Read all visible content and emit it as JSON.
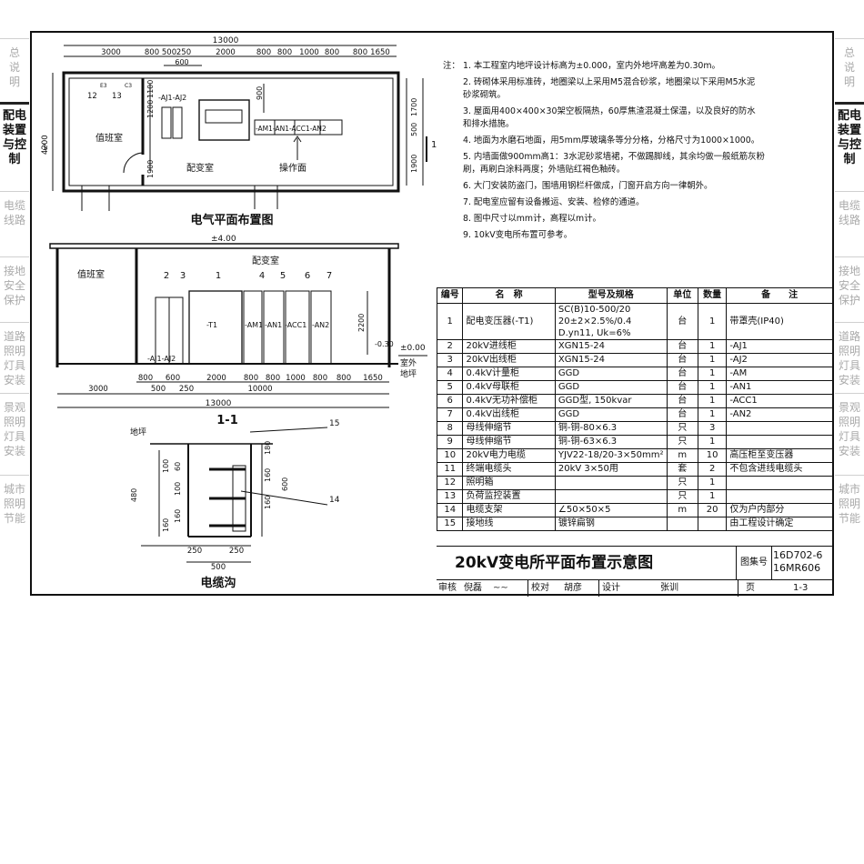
{
  "side_tabs": [
    {
      "label": "总说明",
      "lines": [
        "总",
        "说",
        "明"
      ],
      "active": false
    },
    {
      "label": "配电装置与控制",
      "lines": [
        "配电",
        "装置",
        "与控",
        "制"
      ],
      "active": true
    },
    {
      "label": "电缆线路",
      "lines": [
        "电缆",
        "线路"
      ],
      "active": false
    },
    {
      "label": "接地安全保护",
      "lines": [
        "接地",
        "安全",
        "保护"
      ],
      "active": false
    },
    {
      "label": "道路照明灯具安装",
      "lines": [
        "道路",
        "照明",
        "灯具",
        "安装"
      ],
      "active": false
    },
    {
      "label": "景观照明灯具安装",
      "lines": [
        "景观",
        "照明",
        "灯具",
        "安装"
      ],
      "active": false
    },
    {
      "label": "城市照明节能",
      "lines": [
        "城市",
        "照明",
        "节能"
      ],
      "active": false
    }
  ],
  "plan": {
    "title": "电气平面布置图",
    "top_total": "13000",
    "top_dims": [
      "3000",
      "800",
      "500",
      "250",
      "2000",
      "800",
      "800",
      "1000",
      "800",
      "800",
      "1650"
    ],
    "dim_600": "600",
    "left_dim": "4200",
    "right_dims": [
      "1700",
      "500",
      "1900"
    ],
    "inner_dims": [
      "900",
      "1200",
      "1100",
      "1900"
    ],
    "room_duty": "值班室",
    "room_sub": "配变室",
    "operate_face": "操作面",
    "labels_top": [
      "12",
      "13",
      "-AJ1-AJ2"
    ],
    "small_boxes": [
      "E3",
      "C3"
    ],
    "cabinet_row": "-AM1-AN1-ACC1-AN2",
    "section_mark": "1"
  },
  "section": {
    "title": "1-1",
    "elev_top": "±4.00",
    "elev_zero": "±0.00",
    "elev_030": "-0.30",
    "room_sub": "配变室",
    "room_duty": "值班室",
    "outdoor": [
      "室外",
      "地坪"
    ],
    "numbers": [
      "2",
      "3",
      "1",
      "4",
      "5",
      "6",
      "7"
    ],
    "tags": [
      "-T1",
      "-AM1",
      "-AN1",
      "-ACC1",
      "-AN2"
    ],
    "bottom_tag": "-AJ1-AJ2",
    "height_2200": "2200",
    "dims_row1": [
      "800",
      "600",
      "2000",
      "800",
      "800",
      "1000",
      "800",
      "800",
      "1650"
    ],
    "dims_row2": [
      "3000",
      "500",
      "250",
      "10000"
    ],
    "total": "13000"
  },
  "trench": {
    "title": "电缆沟",
    "floor_label": "地坪",
    "callouts": [
      "15",
      "14"
    ],
    "left_dims": [
      "60",
      "100",
      "160",
      "160",
      "100",
      "480"
    ],
    "right_dims": [
      "180",
      "160",
      "160",
      "600"
    ],
    "bottom_dims": [
      "250",
      "250",
      "500"
    ]
  },
  "notes": {
    "head": "注：",
    "items": [
      "1.  本工程室内地坪设计标高为±0.000，室内外地坪高差为0.30m。",
      "2.  砖砌体采用标准砖，地圈梁以上采用M5混合砂浆，地圈梁以下采用M5水泥",
      "     砂浆砌筑。",
      "3.  屋面用400×400×30架空板隔热，60厚焦渣混凝土保温，以及良好的防水",
      "     和排水措施。",
      "4.  地面为水磨石地面，用5mm厚玻璃条等分分格，分格尺寸为1000×1000。",
      "5.  内墙面做900mm高1：3水泥砂浆墙裙，不做踢脚线，其余均做一般纸筋灰粉",
      "     刷，再刷白涂料两度；外墙贴红褐色釉砖。",
      "6.  大门安装防盗门，围墙用钢栏杆做成，门窗开启方向一律朝外。",
      "7.  配电室应留有设备搬运、安装、检修的通道。",
      "8.  图中尺寸以mm计，高程以m计。",
      "9.  10kV变电所布置可参考。"
    ]
  },
  "equipment_table": {
    "headers": [
      "编号",
      "名　称",
      "型号及规格",
      "单位",
      "数量",
      "备　　注"
    ],
    "rows": [
      {
        "no": "1",
        "name": "配电变压器(-T1)",
        "spec": [
          "SC(B)10-500/20",
          "20±2×2.5%/0.4",
          "D.yn11, Uk=6%"
        ],
        "unit": "台",
        "qty": "1",
        "note": "带罩壳(IP40)"
      },
      {
        "no": "2",
        "name": "20kV进线柜",
        "spec": [
          "XGN15-24"
        ],
        "unit": "台",
        "qty": "1",
        "note": "-AJ1"
      },
      {
        "no": "3",
        "name": "20kV出线柜",
        "spec": [
          "XGN15-24"
        ],
        "unit": "台",
        "qty": "1",
        "note": "-AJ2"
      },
      {
        "no": "4",
        "name": "0.4kV计量柜",
        "spec": [
          "GGD"
        ],
        "unit": "台",
        "qty": "1",
        "note": "-AM"
      },
      {
        "no": "5",
        "name": "0.4kV母联柜",
        "spec": [
          "GGD"
        ],
        "unit": "台",
        "qty": "1",
        "note": "-AN1"
      },
      {
        "no": "6",
        "name": "0.4kV无功补偿柜",
        "spec": [
          "GGD型, 150kvar"
        ],
        "unit": "台",
        "qty": "1",
        "note": "-ACC1"
      },
      {
        "no": "7",
        "name": "0.4kV出线柜",
        "spec": [
          "GGD"
        ],
        "unit": "台",
        "qty": "1",
        "note": "-AN2"
      },
      {
        "no": "8",
        "name": "母线伸缩节",
        "spec": [
          "铜-铜-80×6.3"
        ],
        "unit": "只",
        "qty": "3",
        "note": ""
      },
      {
        "no": "9",
        "name": "母线伸缩节",
        "spec": [
          "铜-铜-63×6.3"
        ],
        "unit": "只",
        "qty": "1",
        "note": ""
      },
      {
        "no": "10",
        "name": "20kV电力电缆",
        "spec": [
          "YJV22-18/20-3×50mm²"
        ],
        "unit": "m",
        "qty": "10",
        "note": "高压柜至变压器"
      },
      {
        "no": "11",
        "name": "终端电缆头",
        "spec": [
          "20kV 3×50用"
        ],
        "unit": "套",
        "qty": "2",
        "note": "不包含进线电缆头"
      },
      {
        "no": "12",
        "name": "照明箱",
        "spec": [
          ""
        ],
        "unit": "只",
        "qty": "1",
        "note": ""
      },
      {
        "no": "13",
        "name": "负荷监控装置",
        "spec": [
          ""
        ],
        "unit": "只",
        "qty": "1",
        "note": ""
      },
      {
        "no": "14",
        "name": "电缆支架",
        "spec": [
          "∠50×50×5"
        ],
        "unit": "m",
        "qty": "20",
        "note": "仅为户内部分"
      },
      {
        "no": "15",
        "name": "接地线",
        "spec": [
          "镀锌扁钢"
        ],
        "unit": "",
        "qty": "",
        "note": "由工程设计确定"
      }
    ]
  },
  "title_block": {
    "title": "20kV变电所平面布置示意图",
    "atlas_label": "图集号",
    "atlas_no": [
      "16D702-6",
      "16MR606"
    ],
    "review_label": "审核",
    "review_name": "倪磊",
    "check_label": "校对",
    "check_name": "胡彦",
    "design_label": "设计",
    "design_name": "张训",
    "page_label": "页",
    "page_no": "1-3"
  }
}
